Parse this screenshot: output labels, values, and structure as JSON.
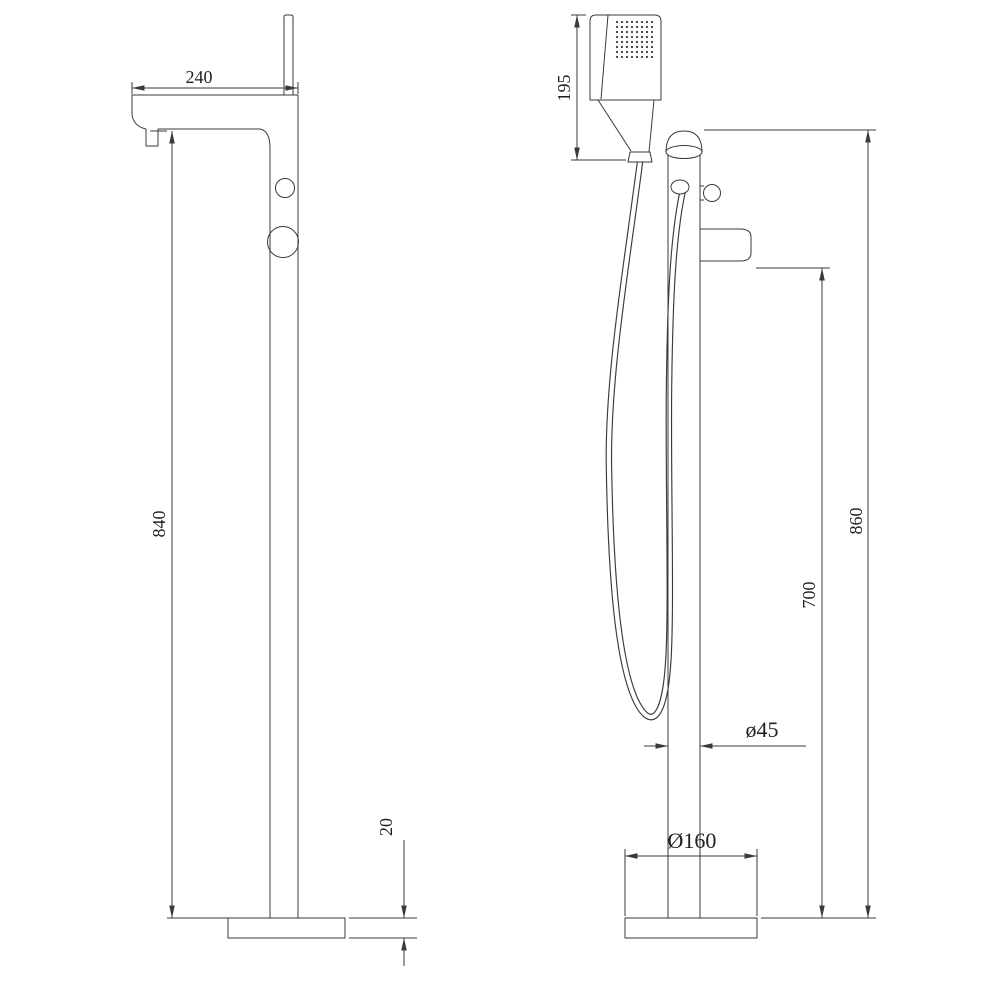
{
  "drawing": {
    "background": "#ffffff",
    "line_color": "#3a3a3a",
    "dims": {
      "spout_width": "240",
      "handshower_length": "195",
      "spout_height": "840",
      "overall_height": "860",
      "hose_height": "700",
      "base_thickness": "20",
      "pipe_diameter": "ø45",
      "base_diameter": "Ø160"
    }
  }
}
